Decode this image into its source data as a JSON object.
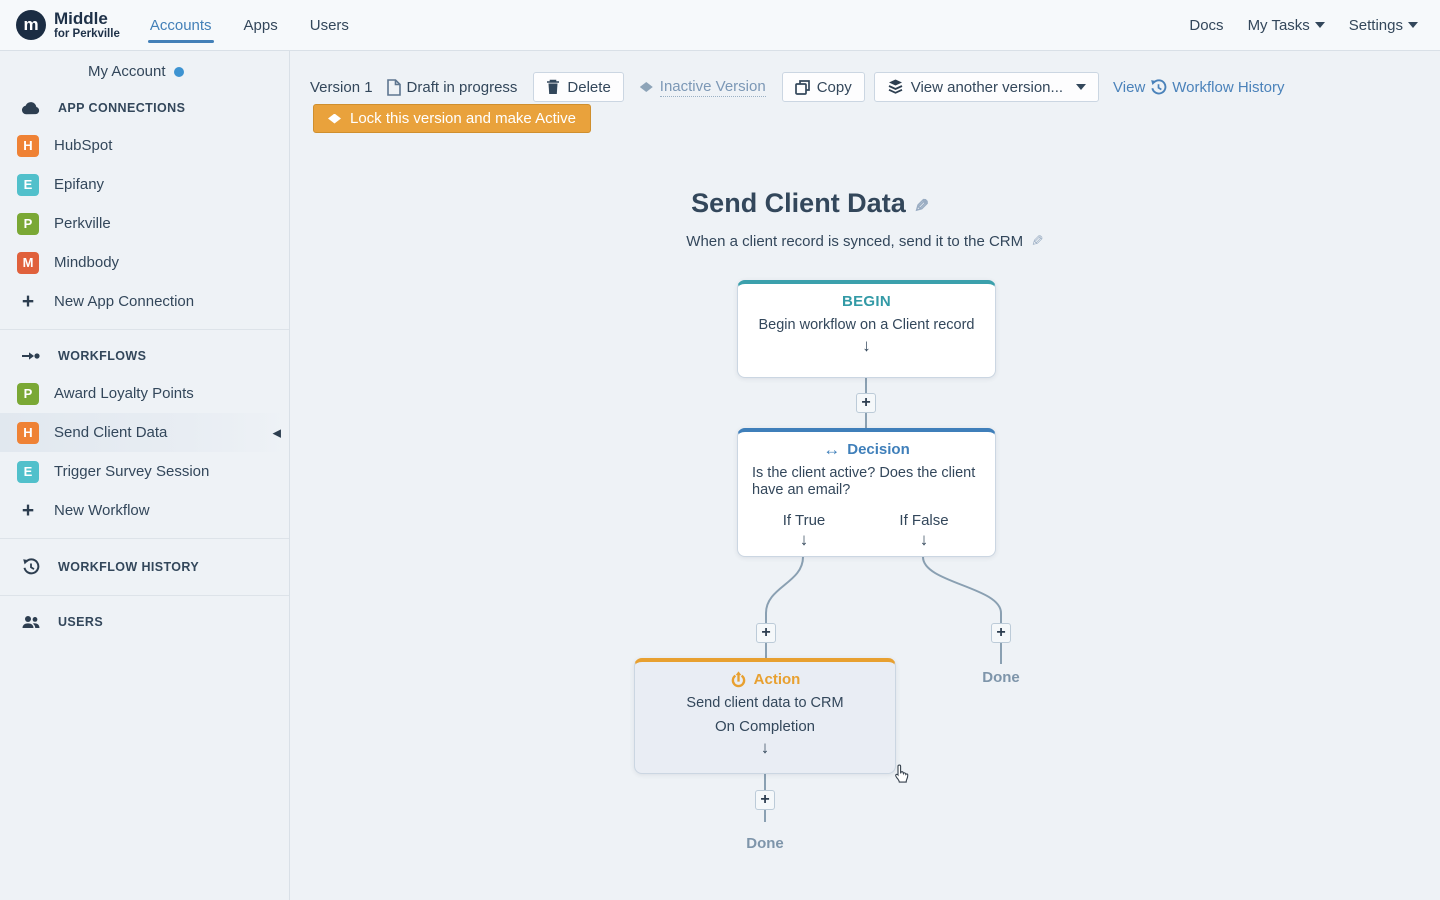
{
  "topbar": {
    "brand": {
      "title": "Middle",
      "subtitle": "for Perkville",
      "logo_letter": "m"
    },
    "nav": [
      {
        "label": "Accounts",
        "active": true
      },
      {
        "label": "Apps",
        "active": false
      },
      {
        "label": "Users",
        "active": false
      }
    ],
    "right": [
      {
        "label": "Docs",
        "dropdown": false
      },
      {
        "label": "My Tasks",
        "dropdown": true
      },
      {
        "label": "Settings",
        "dropdown": true
      }
    ]
  },
  "sidebar": {
    "my_account": {
      "label": "My Account",
      "status_dot_color": "#3d93d1"
    },
    "app_connections": {
      "header": "APP CONNECTIONS",
      "items": [
        {
          "label": "HubSpot",
          "badge": "H",
          "color": "#ef8235"
        },
        {
          "label": "Epifany",
          "badge": "E",
          "color": "#51c0cb"
        },
        {
          "label": "Perkville",
          "badge": "P",
          "color": "#7aa835"
        },
        {
          "label": "Mindbody",
          "badge": "M",
          "color": "#e0613c"
        }
      ],
      "new_label": "New App Connection"
    },
    "workflows": {
      "header": "WORKFLOWS",
      "items": [
        {
          "label": "Award Loyalty Points",
          "badge": "P",
          "color": "#7aa835",
          "selected": false
        },
        {
          "label": "Send Client Data",
          "badge": "H",
          "color": "#ef8235",
          "selected": true
        },
        {
          "label": "Trigger Survey Session",
          "badge": "E",
          "color": "#51c0cb",
          "selected": false
        }
      ],
      "new_label": "New Workflow"
    },
    "history_label": "WORKFLOW HISTORY",
    "users_label": "USERS"
  },
  "toolbar": {
    "version_label": "Version 1",
    "status": "Draft in progress",
    "delete_label": "Delete",
    "inactive_label": "Inactive Version",
    "copy_label": "Copy",
    "view_version_label": "View another version...",
    "view_history_prefix": "View",
    "view_history_label": "Workflow History",
    "lock_label": "Lock this version and make Active"
  },
  "workflow": {
    "title": "Send Client Data",
    "description": "When a client record is synced, send it to the CRM",
    "begin": {
      "type_label": "BEGIN",
      "text": "Begin workflow on a Client record"
    },
    "decision": {
      "type_label": "Decision",
      "text": "Is the client active? Does the client have an email?",
      "true_label": "If True",
      "false_label": "If False"
    },
    "action": {
      "type_label": "Action",
      "text": "Send client data to CRM",
      "completion_label": "On Completion"
    },
    "done_right_label": "Done",
    "done_bottom_label": "Done"
  },
  "colors": {
    "navy_text": "#33475b",
    "accent_blue": "#4380b8",
    "link_blue": "#4a82ba",
    "begin_teal": "#3ba0ac",
    "decision_blue": "#3f7fba",
    "action_orange": "#e8a030",
    "lock_button_orange": "#e9a23c",
    "muted_gray": "#7c98b6",
    "connector_gray": "#8aa0b2",
    "canvas_bg": "#eef2f6"
  }
}
